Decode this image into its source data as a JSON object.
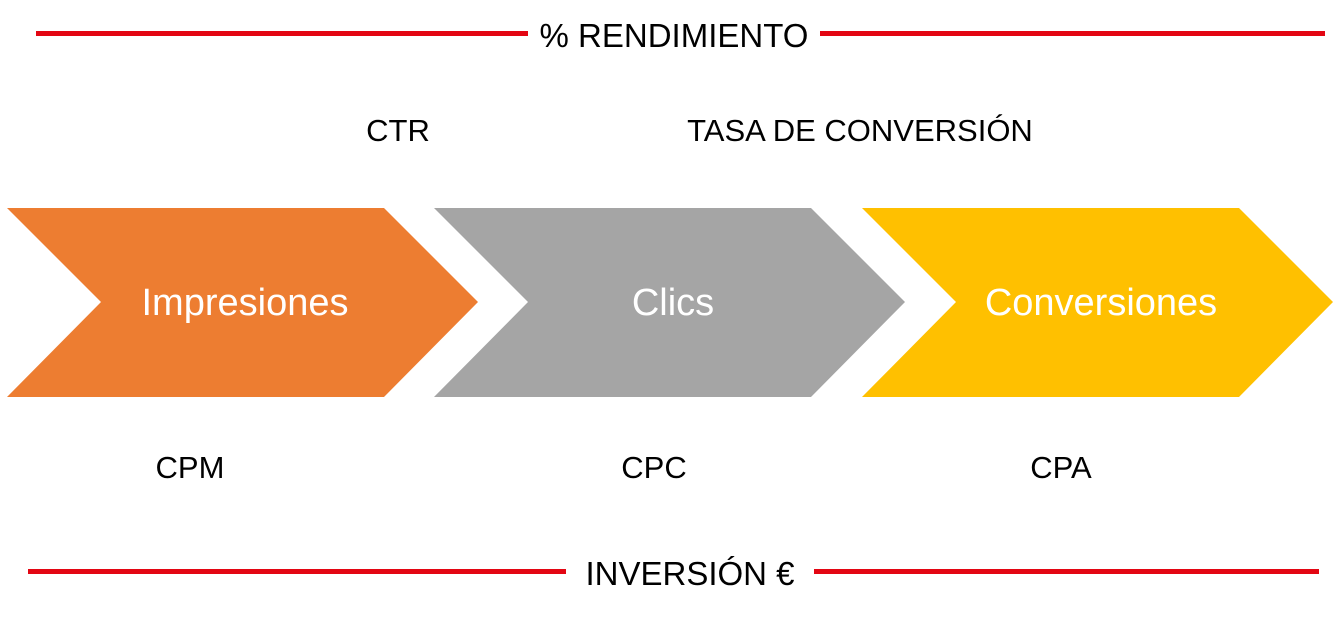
{
  "top_axis": {
    "label": "% RENDIMIENTO",
    "line_color": "#e30613"
  },
  "rate_labels": {
    "ctr": "CTR",
    "conversion_rate": "TASA DE CONVERSIÓN"
  },
  "stages": [
    {
      "label": "Impresiones",
      "color": "#ed7d31"
    },
    {
      "label": "Clics",
      "color": "#a5a5a5"
    },
    {
      "label": "Conversiones",
      "color": "#ffc000"
    }
  ],
  "cost_labels": {
    "cpm": "CPM",
    "cpc": "CPC",
    "cpa": "CPA"
  },
  "bottom_axis": {
    "label": "INVERSIÓN €",
    "line_color": "#e30613"
  }
}
